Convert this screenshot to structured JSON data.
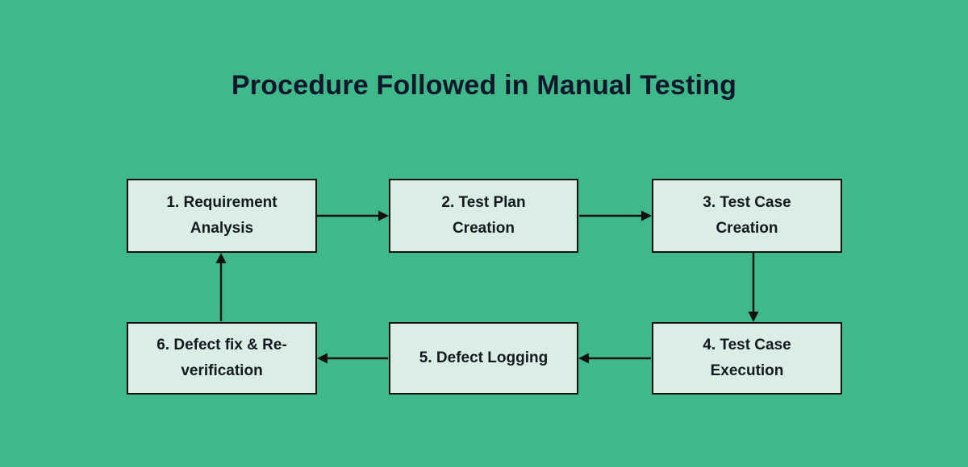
{
  "page": {
    "title": "Procedure Followed in Manual Testing",
    "background_color": "#3fb98a",
    "title_color": "#11172b",
    "node_fill_color": "#daeee5",
    "node_border_color": "#111111"
  },
  "diagram": {
    "type": "flowchart",
    "direction": "clockwise-cycle",
    "nodes": [
      {
        "id": "n1",
        "label": "1. Requirement Analysis",
        "line1": "1. Requirement",
        "line2": "Analysis"
      },
      {
        "id": "n2",
        "label": "2. Test Plan Creation",
        "line1": "2. Test Plan",
        "line2": "Creation"
      },
      {
        "id": "n3",
        "label": "3. Test Case Creation",
        "line1": "3. Test Case",
        "line2": "Creation"
      },
      {
        "id": "n4",
        "label": "4. Test Case Execution",
        "line1": "4. Test Case",
        "line2": "Execution"
      },
      {
        "id": "n5",
        "label": "5. Defect Logging",
        "line1": "5. Defect Logging",
        "line2": ""
      },
      {
        "id": "n6",
        "label": "6. Defect fix & Re-verification",
        "line1": "6. Defect fix & Re-",
        "line2": "verification"
      }
    ],
    "edges": [
      {
        "from": "n1",
        "to": "n2",
        "direction": "right"
      },
      {
        "from": "n2",
        "to": "n3",
        "direction": "right"
      },
      {
        "from": "n3",
        "to": "n4",
        "direction": "down"
      },
      {
        "from": "n4",
        "to": "n5",
        "direction": "left"
      },
      {
        "from": "n5",
        "to": "n6",
        "direction": "left"
      },
      {
        "from": "n6",
        "to": "n1",
        "direction": "up"
      }
    ]
  }
}
